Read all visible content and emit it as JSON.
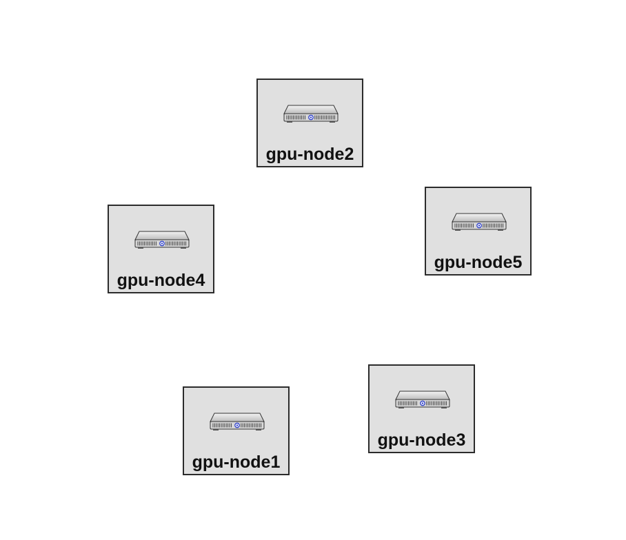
{
  "diagram": {
    "nodes": [
      {
        "id": "gpu-node2",
        "label": "gpu-node2",
        "icon": "server-icon"
      },
      {
        "id": "gpu-node5",
        "label": "gpu-node5",
        "icon": "server-icon"
      },
      {
        "id": "gpu-node4",
        "label": "gpu-node4",
        "icon": "server-icon"
      },
      {
        "id": "gpu-node3",
        "label": "gpu-node3",
        "icon": "server-icon"
      },
      {
        "id": "gpu-node1",
        "label": "gpu-node1",
        "icon": "server-icon"
      }
    ],
    "colors": {
      "node_fill": "#e0e0e0",
      "node_border": "#2b2b2b",
      "label": "#111111",
      "server_accent": "#2a3cc8"
    }
  }
}
